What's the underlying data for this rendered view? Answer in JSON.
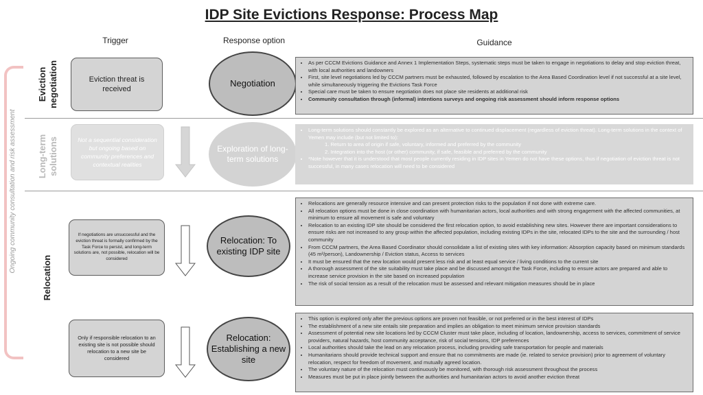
{
  "title": "IDP Site Evictions Response: Process Map",
  "columns": {
    "trigger": "Trigger",
    "response": "Response option",
    "guidance": "Guidance"
  },
  "side_note": "Ongoing community consultation and risk assessment",
  "sections": {
    "eviction": {
      "label_line1": "Eviction",
      "label_line2": "negotiation",
      "trigger": "Eviction threat is received",
      "response": "Negotiation",
      "guidance": [
        "As per CCCM Evictions Guidance and Annex 1 Implementation Steps, systematic steps must be taken to engage in negotiations to delay and stop eviction threat, with local authorities and landowners",
        "First, site level negotiations led by CCCM partners must be exhausted, followed by escalation to the Area Based Coordination level if not successful at a site level, while simultaneously triggering the Evictions Task Force",
        "Special care must be taken to ensure negotiation does not place site residents at additional risk",
        "Community consultation through (informal) intentions surveys and ongoing risk assessment should inform response options"
      ]
    },
    "longterm": {
      "label_line1": "Long-term",
      "label_line2": "solutions",
      "trigger": "Not a sequential consideration but ongoing based on community preferences and contextual realities",
      "response": "Exploration of long-term solutions",
      "guidance_intro": "Long-term solutions should constantly be explored as an alternative to continued displacement (regardless of eviction threat). Long-term solutions in the context of Yemen may include (but not limited to):",
      "guidance_sub": [
        "1. Return to area of origin if safe, voluntary, informed and preferred by the community",
        "2. Integration into the host (or other) community, if safe, feasible and preferred by the community"
      ],
      "guidance_note": "*Note however that it is understood that most people currently residing in IDP sites in Yemen do not have these options, thus if negotiation of eviction threat is not successful, in many cases relocation will need to be considered"
    },
    "relocation": {
      "label": "Relocation",
      "existing": {
        "trigger": "If negotiations are unsuccessful and the eviction threat is formally confirmed by the Task Force to persist, and long-term solutions are, not possible, relocation will be considered",
        "response": "Relocation: To existing IDP site",
        "guidance": [
          "Relocations are generally resource intensive and can present protection risks to the population if not done with extreme care.",
          "All relocation options must be done in close coordination with humanitarian actors, local authorities and with strong engagement with the affected communities, at minimum to ensure all movement is safe and voluntary",
          "Relocation to an existing IDP site should be considered the first relocation option, to avoid establishing new sites. However there are important considerations to ensure risks are not increased to any group within the affected population, including existing IDPs in the site, relocated IDPs to the site and the surrounding / host community",
          "From CCCM partners, the Area Based Coordinator should consolidate a list of existing sites with key information: Absorption capacity based on minimum standards (45 m²/person), Landownership / Eviction status, Access to services",
          "It must be ensured that the new location would present less risk and at least equal service / living conditions to the current site",
          "A thorough assessment of the site suitability must take place and be discussed amongst the Task Force, including to ensure actors are prepared and able to increase service provision in the site based on increased population",
          "The risk of social tension as a result of the relocation must be assessed and relevant mitigation measures should be in place"
        ]
      },
      "new": {
        "trigger": "Only if responsible relocation to an existing site is not possible should relocation to a new site be considered",
        "response": "Relocation: Establishing a new site",
        "guidance": [
          "This option is explored only after the previous options are proven not feasible, or not preferred or in the best interest of IDPs",
          "The establishment of a new site entails site preparation and implies an obligation to meet minimum service provision standards",
          "Assessment of potential new site locations led by CCCM Cluster must take place, including of location, landownership, access to services, commitment of service providers, natural hazards, host community acceptance, risk of social tensions, IDP preferences",
          "Local authorities should take the lead on any relocation process, including providing safe transportation for people and materials",
          "Humanitarians should provide technical support and ensure that no commitments are made (ie. related to service provision) prior to agreement of voluntary relocation, respect for freedom of movement, and mutually agreed location.",
          "The voluntary nature of the relocation must continuously be monitored, with thorough risk assessment throughout the process",
          "Measures must be put in place jointly between the authorities and humanitarian actors to avoid another eviction threat"
        ]
      }
    }
  },
  "colors": {
    "box_fill": "#d4d4d4",
    "oval_fill": "#bdbdbd",
    "bracket": "#f2c2c2",
    "faded_text": "#ffffff"
  }
}
